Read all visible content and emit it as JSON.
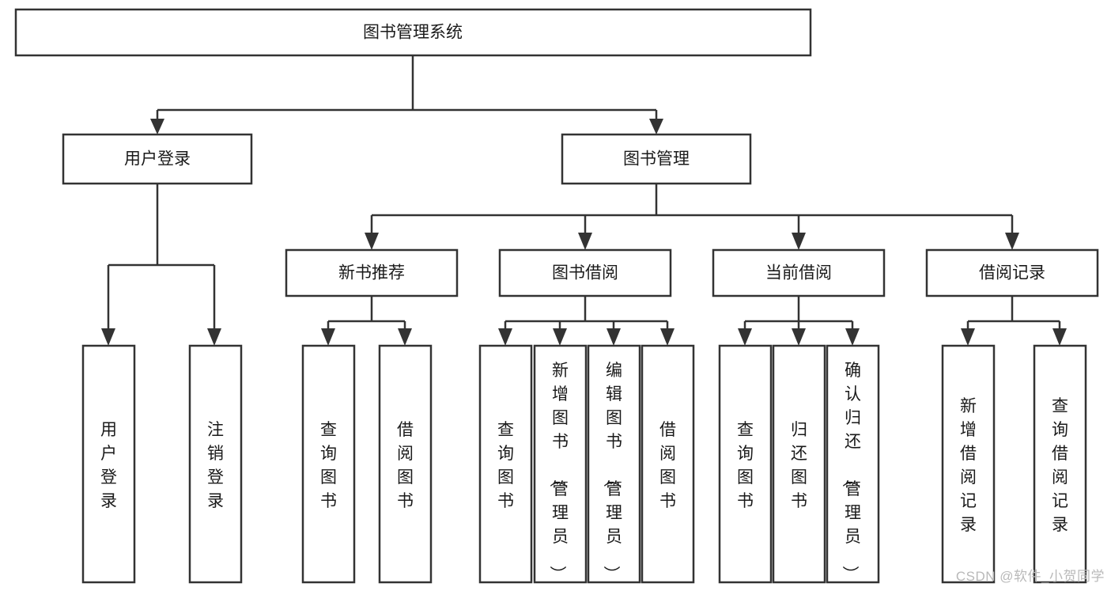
{
  "diagram": {
    "type": "tree-hierarchy",
    "title": "图书管理系统",
    "orientation": "top-down",
    "watermark": "CSDN @软件_小贺同学",
    "colors": {
      "box_stroke": "#333333",
      "box_fill": "#ffffff",
      "connector": "#333333",
      "text": "#1a1a1a",
      "watermark": "#b9b9b9",
      "background": "#ffffff"
    },
    "nodes": {
      "root": {
        "label": "图书管理系统",
        "level": 0,
        "orientation": "horizontal"
      },
      "l1": [
        {
          "label": "用户登录",
          "level": 1,
          "orientation": "horizontal"
        },
        {
          "label": "图书管理",
          "level": 1,
          "orientation": "horizontal"
        }
      ],
      "l2": [
        {
          "label": "新书推荐",
          "level": 2,
          "orientation": "horizontal"
        },
        {
          "label": "图书借阅",
          "level": 2,
          "orientation": "horizontal"
        },
        {
          "label": "当前借阅",
          "level": 2,
          "orientation": "horizontal"
        },
        {
          "label": "借阅记录",
          "level": 2,
          "orientation": "horizontal"
        }
      ],
      "leaves_user_login": [
        {
          "label": "用户登录",
          "orientation": "vertical"
        },
        {
          "label": "注销登录",
          "orientation": "vertical"
        }
      ],
      "leaves_new_books": [
        {
          "label": "查询图书",
          "orientation": "vertical"
        },
        {
          "label": "借阅图书",
          "orientation": "vertical"
        }
      ],
      "leaves_book_borrow": [
        {
          "label": "查询图书",
          "orientation": "vertical"
        },
        {
          "label": "新增图书（管理员）",
          "orientation": "vertical"
        },
        {
          "label": "编辑图书（管理员）",
          "orientation": "vertical"
        },
        {
          "label": "借阅图书",
          "orientation": "vertical"
        }
      ],
      "leaves_current_borrow": [
        {
          "label": "查询图书",
          "orientation": "vertical"
        },
        {
          "label": "归还图书",
          "orientation": "vertical"
        },
        {
          "label": "确认归还（管理员）",
          "orientation": "vertical"
        }
      ],
      "leaves_borrow_records": [
        {
          "label": "新增借阅记录",
          "orientation": "vertical"
        },
        {
          "label": "查询借阅记录",
          "orientation": "vertical"
        }
      ]
    }
  }
}
